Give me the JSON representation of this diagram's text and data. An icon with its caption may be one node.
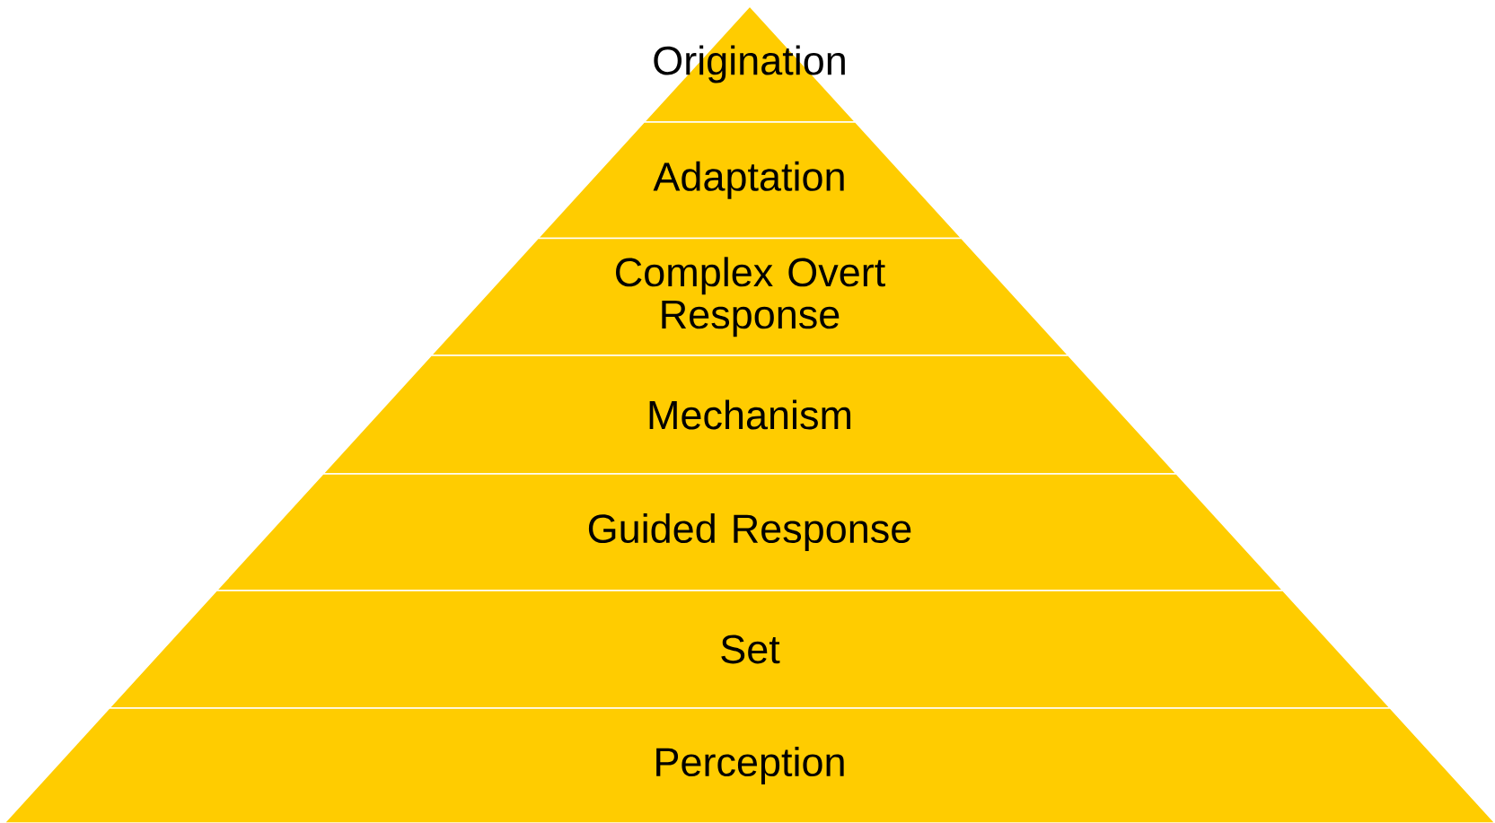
{
  "diagram": {
    "nodes": [
      {
        "text": [
          "Origination"
        ]
      },
      {
        "text": [
          "Adaptation"
        ]
      },
      {
        "text": [
          "Complex Overt Response"
        ]
      },
      {
        "text": [
          "Mechanism"
        ]
      },
      {
        "text": [
          "Guided Response"
        ]
      },
      {
        "text": [
          "Set"
        ]
      },
      {
        "text": [
          "Perception"
        ]
      }
    ]
  }
}
